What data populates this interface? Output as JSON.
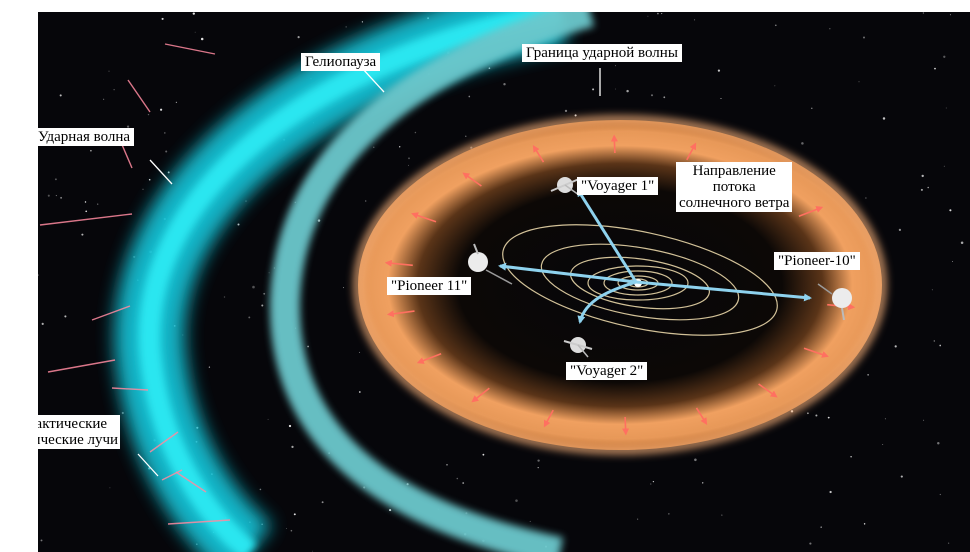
{
  "labels": {
    "heliopause": "Гелиопауза",
    "termination_shock": "Граница ударной волны",
    "bow_shock": "Ударная волна",
    "solar_wind": [
      "Направление",
      "потока",
      "солнечного ветра"
    ],
    "voyager1": "\"Voyager 1\"",
    "voyager2": "\"Voyager 2\"",
    "pioneer11": "\"Pioneer 11\"",
    "pioneer10": "\"Pioneer-10\"",
    "cosmic_rays": [
      "Галактические",
      "космические лучи"
    ]
  },
  "colors": {
    "space": "#06060a",
    "bow_shock": "#1fd8e6",
    "heliopause": "#7fd0d4",
    "heliosheath": "#f0a060",
    "arrows": "#ff7060",
    "trajectories": "#8ed2ee",
    "orbits": "#e8d6a8",
    "cosmic_rays": "#ff8aa0"
  }
}
